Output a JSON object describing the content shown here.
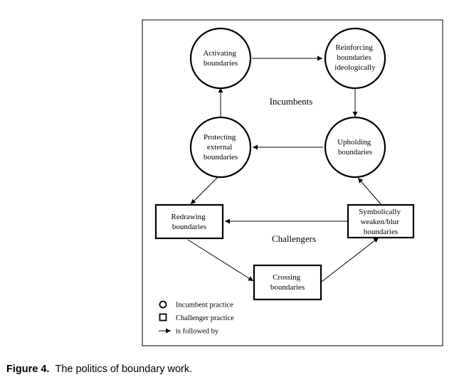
{
  "nodes": {
    "activating": {
      "lines": [
        "Activating",
        "boundaries"
      ],
      "shape": "circle"
    },
    "reinforcing": {
      "lines": [
        "Reinforcing",
        "boundaries",
        "ideologically"
      ],
      "shape": "circle"
    },
    "protecting": {
      "lines": [
        "Protecting",
        "external",
        "boundaries"
      ],
      "shape": "circle"
    },
    "upholding": {
      "lines": [
        "Upholding",
        "boundaries"
      ],
      "shape": "circle"
    },
    "redrawing": {
      "lines": [
        "Redrawing",
        "boundaries"
      ],
      "shape": "square"
    },
    "symbolically": {
      "lines": [
        "Symbolically",
        "weaken/blur",
        "boundaries"
      ],
      "shape": "square"
    },
    "crossing": {
      "lines": [
        "Crossing",
        "boundaries"
      ],
      "shape": "square"
    }
  },
  "group_labels": {
    "incumbents": "Incumbents",
    "challengers": "Challengers"
  },
  "edges": [
    {
      "from": "activating",
      "to": "reinforcing"
    },
    {
      "from": "reinforcing",
      "to": "upholding"
    },
    {
      "from": "upholding",
      "to": "protecting"
    },
    {
      "from": "protecting",
      "to": "activating"
    },
    {
      "from": "protecting",
      "to": "redrawing"
    },
    {
      "from": "redrawing",
      "to": "crossing"
    },
    {
      "from": "crossing",
      "to": "symbolically"
    },
    {
      "from": "symbolically",
      "to": "redrawing"
    },
    {
      "from": "symbolically",
      "to": "upholding"
    }
  ],
  "legend": {
    "incumbent": "Incumbent practice",
    "challenger": "Challenger practice",
    "arrow": "is followed by"
  },
  "caption": {
    "label": "Figure 4.",
    "text": "The politics of boundary work."
  }
}
